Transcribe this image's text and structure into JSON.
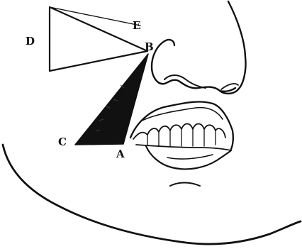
{
  "figure": {
    "labels": {
      "a": "A",
      "b": "B",
      "c": "C",
      "d": "D",
      "e": "E"
    },
    "colors": {
      "ink": "#111111",
      "background": "#ffffff"
    }
  }
}
